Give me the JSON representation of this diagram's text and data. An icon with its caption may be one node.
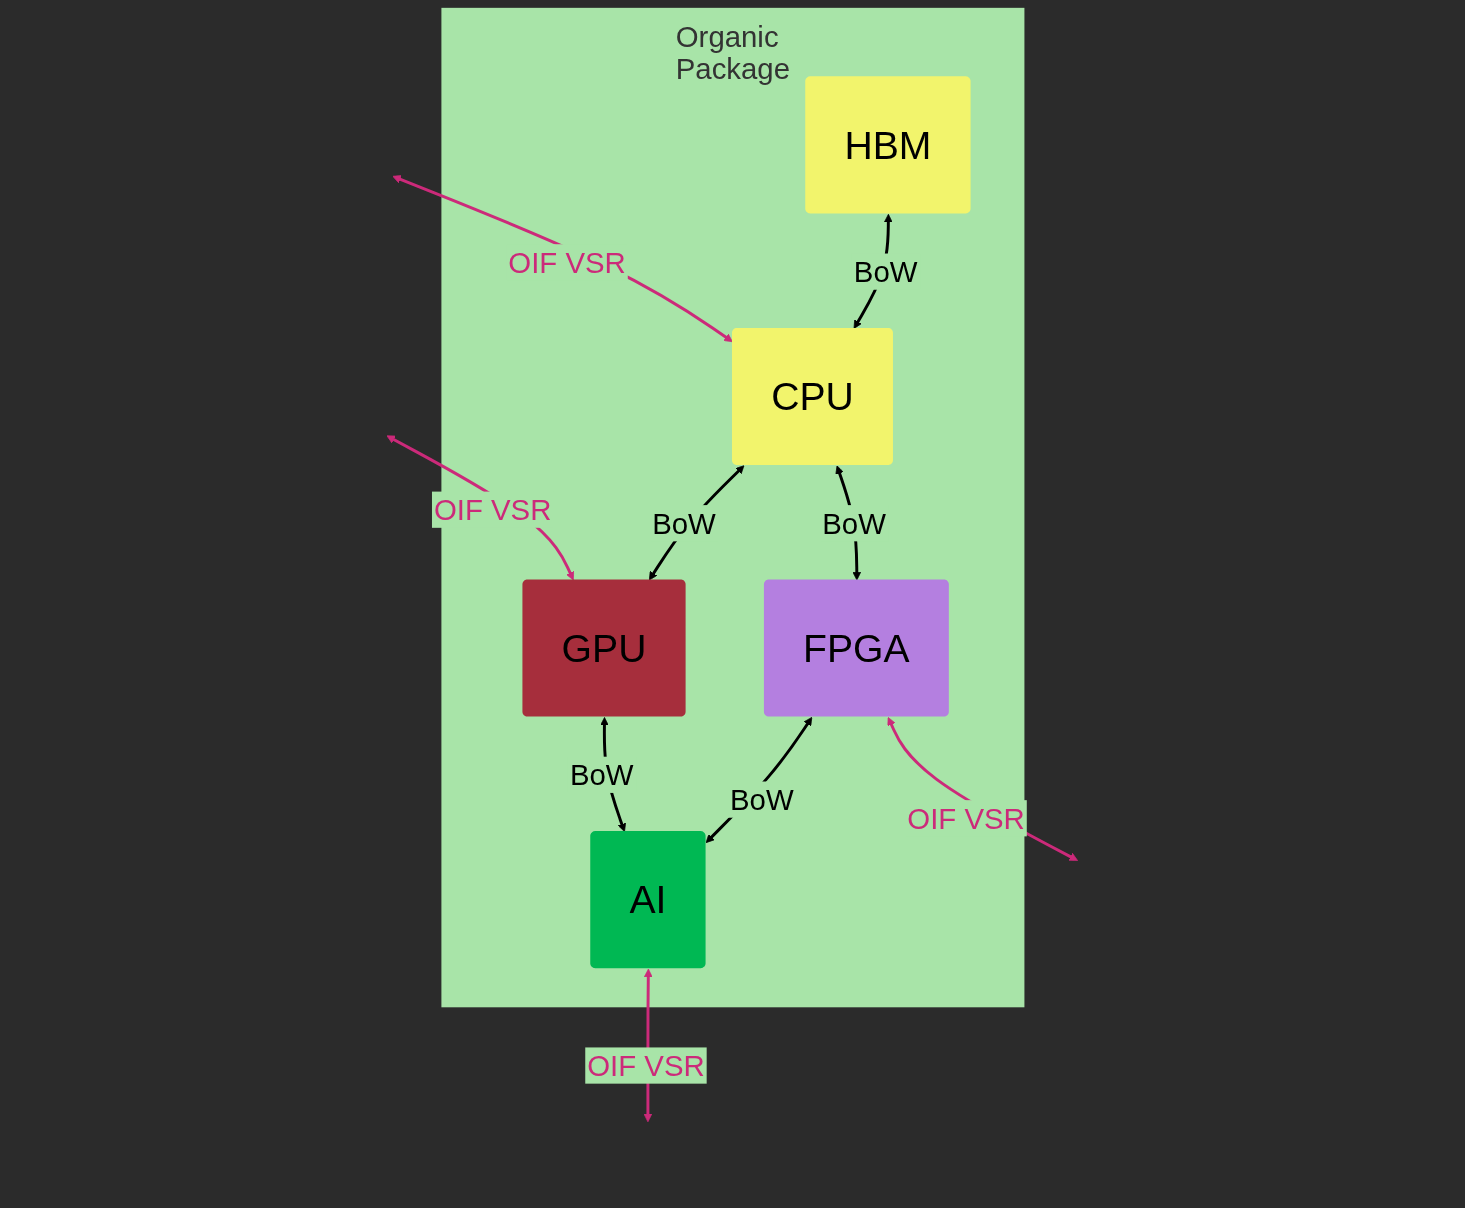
{
  "diagram": {
    "nodes": [
      {
        "text": [
          "Organic Package"
        ]
      },
      {
        "text": [
          "HBM"
        ],
        "in": 0
      },
      {
        "text": [
          "CPU"
        ],
        "in": 0
      },
      {
        "text": [
          "FPGA"
        ],
        "in": 0
      },
      {
        "text": [
          "GPU"
        ],
        "in": 0
      },
      {
        "text": [
          "AI"
        ],
        "in": 0
      }
    ],
    "edges": [
      {
        "from": 1,
        "to": 2,
        "arrow": "both",
        "label": "BoW"
      },
      {
        "from": 2,
        "to": 3,
        "arrow": "both",
        "label": "BoW"
      },
      {
        "from": 2,
        "to": 4,
        "arrow": "both",
        "label": "BoW"
      },
      {
        "from": 3,
        "to": 5,
        "arrow": "both",
        "label": "BoW"
      },
      {
        "from": 4,
        "to": 5,
        "arrow": "both",
        "label": "BoW"
      },
      {
        "from": null,
        "to": 2,
        "arrow": "both",
        "label": "OIF VSR",
        "color": "#cc2a7a"
      },
      {
        "from": 3,
        "to": null,
        "arrow": "both",
        "label": "OIF VSR",
        "color": "#cc2a7a"
      },
      {
        "from": null,
        "to": 4,
        "arrow": "both",
        "label": "OIF VSR",
        "color": "#cc2a7a"
      },
      {
        "from": 5,
        "to": null,
        "arrow": "both",
        "label": "OIF VSR",
        "color": "#cc2a7a"
      }
    ]
  }
}
